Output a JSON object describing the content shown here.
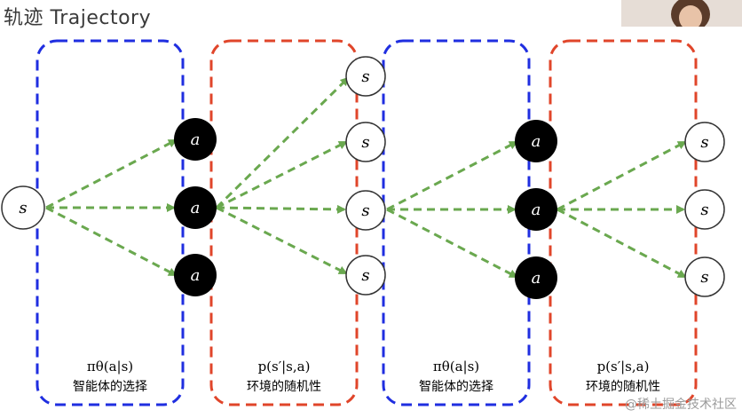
{
  "title": "轨迹 Trajectory",
  "colors": {
    "blue_box": "#1f2ee0",
    "orange_box": "#e0452a",
    "arrow": "#6aa84f",
    "action_fill": "#000000",
    "state_fill": "#ffffff"
  },
  "labels": {
    "state": "s",
    "action": "a"
  },
  "boxes": [
    {
      "kind": "policy",
      "formula": "πθ(a|s)",
      "caption": "智能体的选择"
    },
    {
      "kind": "env",
      "formula": "p(s′|s,a)",
      "caption": "环境的随机性"
    },
    {
      "kind": "policy",
      "formula": "πθ(a|s)",
      "caption": "智能体的选择"
    },
    {
      "kind": "env",
      "formula": "p(s′|s,a)",
      "caption": "环境的随机性"
    }
  ],
  "watermark": "@稀土掘金技术社区"
}
